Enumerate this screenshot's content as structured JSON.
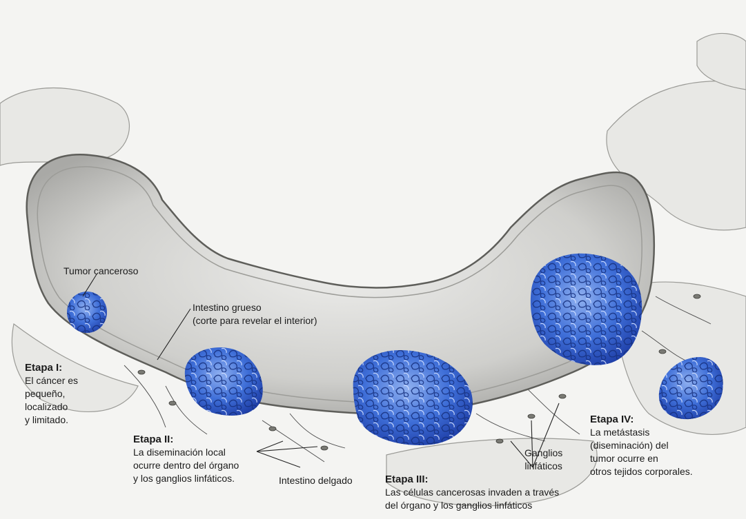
{
  "labels": {
    "tumor": "Tumor canceroso",
    "large_intestine": [
      "Intestino grueso",
      "(corte para revelar el interior)"
    ],
    "small_intestine": "Intestino delgado",
    "lymph_nodes": [
      "Ganglios",
      "linfáticos"
    ]
  },
  "stages": [
    {
      "title": "Etapa I:",
      "lines": [
        "El cáncer es",
        "pequeño,",
        "localizado",
        "y limitado."
      ]
    },
    {
      "title": "Etapa II:",
      "lines": [
        "La diseminación local",
        "ocurre dentro del órgano",
        "y los ganglios linfáticos."
      ]
    },
    {
      "title": "Etapa III:",
      "lines": [
        "Las células cancerosas invaden a través",
        "del órgano y los ganglios linfáticos"
      ]
    },
    {
      "title": "Etapa IV:",
      "lines": [
        "La metástasis",
        "(diseminación) del",
        "tumor ocurre en",
        "otros tejidos corporales."
      ]
    }
  ],
  "colors": {
    "tumor_fill": "#3f6fd8",
    "tumor_light": "#8fb0f0",
    "tumor_dark": "#1f3fa8",
    "tissue": "#e6e6e3",
    "outline": "#6a6a6a"
  }
}
